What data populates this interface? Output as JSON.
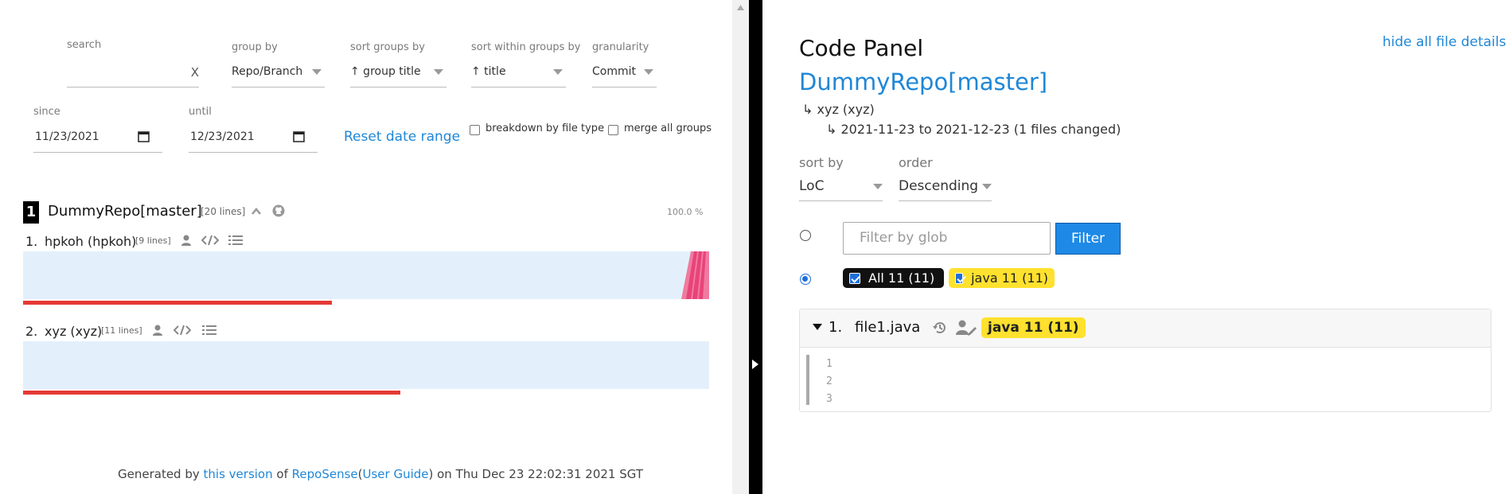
{
  "controls": {
    "search_label": "search",
    "search_value": "",
    "search_clear": "X",
    "groupby_label": "group by",
    "groupby_value": "Repo/Branch",
    "sortgroups_label": "sort groups by",
    "sortgroups_value": "↑ group title",
    "sortwithin_label": "sort within groups by",
    "sortwithin_value": "↑ title",
    "granularity_label": "granularity",
    "granularity_value": "Commit",
    "since_label": "since",
    "since_value": "11/23/2021",
    "until_label": "until",
    "until_value": "12/23/2021",
    "reset_label": "Reset date range",
    "breakdown_label": "breakdown by file type",
    "merge_label": "merge all groups"
  },
  "repo": {
    "index": "1",
    "name": "DummyRepo[master]",
    "lines": "[20 lines]",
    "percent": "100.0 %",
    "authors": [
      {
        "num": "1.",
        "name": "hpkoh (hpkoh)",
        "lines": "[9 lines]",
        "contribution": 0.45
      },
      {
        "num": "2.",
        "name": "xyz (xyz)",
        "lines": "[11 lines]",
        "contribution": 0.55
      }
    ]
  },
  "footer": {
    "generated_by": "Generated by",
    "this_version": "this version",
    "of": "of",
    "reposense": "RepoSense",
    "paren_open": "(",
    "user_guide": "User Guide",
    "tail": ") on Thu Dec 23 22:02:31 2021 SGT"
  },
  "panel": {
    "title": "Code Panel",
    "hide_all": "hide all file details",
    "repo_link": "DummyRepo[master]",
    "arrow": "↳",
    "author_line": "xyz (xyz)",
    "range_line": "2021-11-23 to 2021-12-23",
    "files_changed": "(1 files changed)",
    "sortby_label": "sort by",
    "sortby_value": "LoC",
    "order_label": "order",
    "order_value": "Descending",
    "glob_placeholder": "Filter by glob",
    "filter_button": "Filter",
    "pill_all": "All  11  (11)",
    "pill_java": "java 11  (11)",
    "file": {
      "num": "1.",
      "name": "file1.java",
      "badge": "java 11 (11)",
      "line_numbers": [
        "1",
        "2",
        "3"
      ]
    }
  },
  "colors": {
    "accent": "#1f87d6",
    "bar_red": "#e53935",
    "bar_bg": "#e3f0fc",
    "java_yellow": "#ffe12e",
    "ramp_pink": "#e8437a"
  }
}
